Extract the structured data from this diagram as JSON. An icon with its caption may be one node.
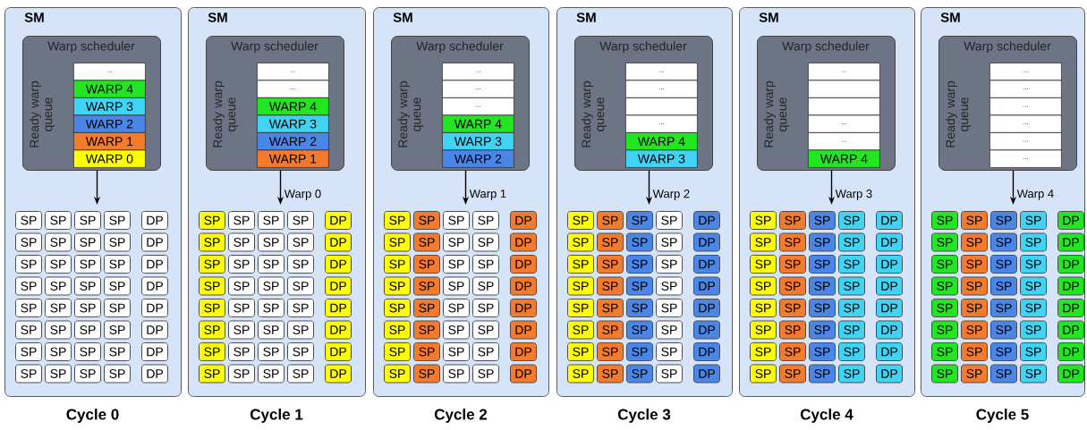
{
  "diagram": {
    "nodes": [
      {
        "text": [
          "SM"
        ],
        "beside": [
          "Cycle 0"
        ]
      },
      {
        "text": [
          "Warp scheduler",
          "Ready warp queue"
        ],
        "in": 0
      },
      {
        "text": [
          "..."
        ],
        "in": 1
      },
      {
        "text": [
          "WARP 4"
        ],
        "in": 1
      },
      {
        "text": [
          "WARP 3"
        ],
        "in": 1
      },
      {
        "text": [
          "WARP 2"
        ],
        "in": 1
      },
      {
        "text": [
          "WARP 1"
        ],
        "in": 1
      },
      {
        "text": [
          "WARP 0"
        ],
        "in": 1
      },
      {
        "text": [
          "SP"
        ],
        "in": 0
      },
      {
        "text": [
          "SP"
        ],
        "in": 0
      },
      {
        "text": [
          "SP"
        ],
        "in": 0
      },
      {
        "text": [
          "SP"
        ],
        "in": 0
      },
      {
        "text": [
          "DP"
        ],
        "in": 0
      },
      {
        "text": [
          "SP"
        ],
        "in": 0
      },
      {
        "text": [
          "SP"
        ],
        "in": 0
      },
      {
        "text": [
          "SP"
        ],
        "in": 0
      },
      {
        "text": [
          "SP"
        ],
        "in": 0
      },
      {
        "text": [
          "DP"
        ],
        "in": 0
      },
      {
        "text": [
          "SP"
        ],
        "in": 0
      },
      {
        "text": [
          "SP"
        ],
        "in": 0
      },
      {
        "text": [
          "SP"
        ],
        "in": 0
      },
      {
        "text": [
          "SP"
        ],
        "in": 0
      },
      {
        "text": [
          "DP"
        ],
        "in": 0
      },
      {
        "text": [
          "SP"
        ],
        "in": 0
      },
      {
        "text": [
          "SP"
        ],
        "in": 0
      },
      {
        "text": [
          "SP"
        ],
        "in": 0
      },
      {
        "text": [
          "SP"
        ],
        "in": 0
      },
      {
        "text": [
          "DP"
        ],
        "in": 0
      },
      {
        "text": [
          "SP"
        ],
        "in": 0
      },
      {
        "text": [
          "SP"
        ],
        "in": 0
      },
      {
        "text": [
          "SP"
        ],
        "in": 0
      },
      {
        "text": [
          "SP"
        ],
        "in": 0
      },
      {
        "text": [
          "DP"
        ],
        "in": 0
      },
      {
        "text": [
          "SP"
        ],
        "in": 0
      },
      {
        "text": [
          "SP"
        ],
        "in": 0
      },
      {
        "text": [
          "SP"
        ],
        "in": 0
      },
      {
        "text": [
          "SP"
        ],
        "in": 0
      },
      {
        "text": [
          "DP"
        ],
        "in": 0
      },
      {
        "text": [
          "SP"
        ],
        "in": 0
      },
      {
        "text": [
          "SP"
        ],
        "in": 0
      },
      {
        "text": [
          "SP"
        ],
        "in": 0
      },
      {
        "text": [
          "SP"
        ],
        "in": 0
      },
      {
        "text": [
          "DP"
        ],
        "in": 0
      },
      {
        "text": [
          "SP"
        ],
        "in": 0
      },
      {
        "text": [
          "SP"
        ],
        "in": 0
      },
      {
        "text": [
          "SP"
        ],
        "in": 0
      },
      {
        "text": [
          "SP"
        ],
        "in": 0
      },
      {
        "text": [
          "DP"
        ],
        "in": 0
      },
      {
        "text": [
          "SM"
        ],
        "beside": [
          "Cycle 1"
        ]
      },
      {
        "text": [
          "Warp scheduler",
          "Ready warp queue"
        ],
        "in": 48
      },
      {
        "text": [
          "..."
        ],
        "in": 49
      },
      {
        "text": [
          "..."
        ],
        "in": 49
      },
      {
        "text": [
          "WARP 4"
        ],
        "in": 49
      },
      {
        "text": [
          "WARP 3"
        ],
        "in": 49
      },
      {
        "text": [
          "WARP 2"
        ],
        "in": 49
      },
      {
        "text": [
          "WARP 1"
        ],
        "in": 49
      },
      {
        "text": [
          "SP"
        ],
        "in": 48
      },
      {
        "text": [
          "SP"
        ],
        "in": 48
      },
      {
        "text": [
          "SP"
        ],
        "in": 48
      },
      {
        "text": [
          "SP"
        ],
        "in": 48
      },
      {
        "text": [
          "DP"
        ],
        "in": 48
      },
      {
        "text": [
          "SP"
        ],
        "in": 48
      },
      {
        "text": [
          "SP"
        ],
        "in": 48
      },
      {
        "text": [
          "SP"
        ],
        "in": 48
      },
      {
        "text": [
          "SP"
        ],
        "in": 48
      },
      {
        "text": [
          "DP"
        ],
        "in": 48
      },
      {
        "text": [
          "SP"
        ],
        "in": 48
      },
      {
        "text": [
          "SP"
        ],
        "in": 48
      },
      {
        "text": [
          "SP"
        ],
        "in": 48
      },
      {
        "text": [
          "SP"
        ],
        "in": 48
      },
      {
        "text": [
          "DP"
        ],
        "in": 48
      },
      {
        "text": [
          "SP"
        ],
        "in": 48
      },
      {
        "text": [
          "SP"
        ],
        "in": 48
      },
      {
        "text": [
          "SP"
        ],
        "in": 48
      },
      {
        "text": [
          "SP"
        ],
        "in": 48
      },
      {
        "text": [
          "DP"
        ],
        "in": 48
      },
      {
        "text": [
          "SP"
        ],
        "in": 48
      },
      {
        "text": [
          "SP"
        ],
        "in": 48
      },
      {
        "text": [
          "SP"
        ],
        "in": 48
      },
      {
        "text": [
          "SP"
        ],
        "in": 48
      },
      {
        "text": [
          "DP"
        ],
        "in": 48
      },
      {
        "text": [
          "SP"
        ],
        "in": 48
      },
      {
        "text": [
          "SP"
        ],
        "in": 48
      },
      {
        "text": [
          "SP"
        ],
        "in": 48
      },
      {
        "text": [
          "SP"
        ],
        "in": 48
      },
      {
        "text": [
          "DP"
        ],
        "in": 48
      },
      {
        "text": [
          "SP"
        ],
        "in": 48
      },
      {
        "text": [
          "SP"
        ],
        "in": 48
      },
      {
        "text": [
          "SP"
        ],
        "in": 48
      },
      {
        "text": [
          "SP"
        ],
        "in": 48
      },
      {
        "text": [
          "DP"
        ],
        "in": 48
      },
      {
        "text": [
          "SP"
        ],
        "in": 48
      },
      {
        "text": [
          "SP"
        ],
        "in": 48
      },
      {
        "text": [
          "SP"
        ],
        "in": 48
      },
      {
        "text": [
          "SP"
        ],
        "in": 48
      },
      {
        "text": [
          "DP"
        ],
        "in": 48
      },
      {
        "text": [
          "SM"
        ],
        "beside": [
          "Cycle 2"
        ]
      },
      {
        "text": [
          "Warp scheduler",
          "Ready warp queue"
        ],
        "in": 96
      },
      {
        "text": [
          "..."
        ],
        "in": 97
      },
      {
        "text": [
          "..."
        ],
        "in": 97
      },
      {
        "text": [
          "..."
        ],
        "in": 97
      },
      {
        "text": [
          "WARP 4"
        ],
        "in": 97
      },
      {
        "text": [
          "WARP 3"
        ],
        "in": 97
      },
      {
        "text": [
          "WARP 2"
        ],
        "in": 97
      },
      {
        "text": [
          "SP"
        ],
        "in": 96
      },
      {
        "text": [
          "SP"
        ],
        "in": 96
      },
      {
        "text": [
          "SP"
        ],
        "in": 96
      },
      {
        "text": [
          "SP"
        ],
        "in": 96
      },
      {
        "text": [
          "DP"
        ],
        "in": 96
      },
      {
        "text": [
          "SP"
        ],
        "in": 96
      },
      {
        "text": [
          "SP"
        ],
        "in": 96
      },
      {
        "text": [
          "SP"
        ],
        "in": 96
      },
      {
        "text": [
          "SP"
        ],
        "in": 96
      },
      {
        "text": [
          "DP"
        ],
        "in": 96
      },
      {
        "text": [
          "SP"
        ],
        "in": 96
      },
      {
        "text": [
          "SP"
        ],
        "in": 96
      },
      {
        "text": [
          "SP"
        ],
        "in": 96
      },
      {
        "text": [
          "SP"
        ],
        "in": 96
      },
      {
        "text": [
          "DP"
        ],
        "in": 96
      },
      {
        "text": [
          "SP"
        ],
        "in": 96
      },
      {
        "text": [
          "SP"
        ],
        "in": 96
      },
      {
        "text": [
          "SP"
        ],
        "in": 96
      },
      {
        "text": [
          "SP"
        ],
        "in": 96
      },
      {
        "text": [
          "DP"
        ],
        "in": 96
      },
      {
        "text": [
          "SP"
        ],
        "in": 96
      },
      {
        "text": [
          "SP"
        ],
        "in": 96
      },
      {
        "text": [
          "SP"
        ],
        "in": 96
      },
      {
        "text": [
          "SP"
        ],
        "in": 96
      },
      {
        "text": [
          "DP"
        ],
        "in": 96
      },
      {
        "text": [
          "SP"
        ],
        "in": 96
      },
      {
        "text": [
          "SP"
        ],
        "in": 96
      },
      {
        "text": [
          "SP"
        ],
        "in": 96
      },
      {
        "text": [
          "SP"
        ],
        "in": 96
      },
      {
        "text": [
          "DP"
        ],
        "in": 96
      },
      {
        "text": [
          "SP"
        ],
        "in": 96
      },
      {
        "text": [
          "SP"
        ],
        "in": 96
      },
      {
        "text": [
          "SP"
        ],
        "in": 96
      },
      {
        "text": [
          "SP"
        ],
        "in": 96
      },
      {
        "text": [
          "DP"
        ],
        "in": 96
      },
      {
        "text": [
          "SP"
        ],
        "in": 96
      },
      {
        "text": [
          "SP"
        ],
        "in": 96
      },
      {
        "text": [
          "SP"
        ],
        "in": 96
      },
      {
        "text": [
          "SP"
        ],
        "in": 96
      },
      {
        "text": [
          "DP"
        ],
        "in": 96
      },
      {
        "text": [
          "SM"
        ],
        "beside": [
          "Cycle 3"
        ]
      },
      {
        "text": [
          "Warp scheduler",
          "Ready warp queue"
        ],
        "in": 144
      },
      {
        "text": [
          "..."
        ],
        "in": 145
      },
      {
        "text": [
          "..."
        ],
        "in": 145
      },
      {
        "text": [],
        "shape": "box",
        "in": 145
      },
      {
        "text": [
          "..."
        ],
        "in": 145
      },
      {
        "text": [
          "WARP 4"
        ],
        "in": 145
      },
      {
        "text": [
          "WARP 3"
        ],
        "in": 145
      },
      {
        "text": [
          "SP"
        ],
        "in": 144
      },
      {
        "text": [
          "SP"
        ],
        "in": 144
      },
      {
        "text": [
          "SP"
        ],
        "in": 144
      },
      {
        "text": [
          "SP"
        ],
        "in": 144
      },
      {
        "text": [
          "DP"
        ],
        "in": 144
      },
      {
        "text": [
          "SP"
        ],
        "in": 144
      },
      {
        "text": [
          "SP"
        ],
        "in": 144
      },
      {
        "text": [
          "SP"
        ],
        "in": 144
      },
      {
        "text": [
          "SP"
        ],
        "in": 144
      },
      {
        "text": [
          "DP"
        ],
        "in": 144
      },
      {
        "text": [
          "SP"
        ],
        "in": 144
      },
      {
        "text": [
          "SP"
        ],
        "in": 144
      },
      {
        "text": [
          "SP"
        ],
        "in": 144
      },
      {
        "text": [
          "SP"
        ],
        "in": 144
      },
      {
        "text": [
          "DP"
        ],
        "in": 144
      },
      {
        "text": [
          "SP"
        ],
        "in": 144
      },
      {
        "text": [
          "SP"
        ],
        "in": 144
      },
      {
        "text": [
          "SP"
        ],
        "in": 144
      },
      {
        "text": [
          "SP"
        ],
        "in": 144
      },
      {
        "text": [
          "DP"
        ],
        "in": 144
      },
      {
        "text": [
          "SP"
        ],
        "in": 144
      },
      {
        "text": [
          "SP"
        ],
        "in": 144
      },
      {
        "text": [
          "SP"
        ],
        "in": 144
      },
      {
        "text": [
          "SP"
        ],
        "in": 144
      },
      {
        "text": [
          "DP"
        ],
        "in": 144
      },
      {
        "text": [
          "SP"
        ],
        "in": 144
      },
      {
        "text": [
          "SP"
        ],
        "in": 144
      },
      {
        "text": [
          "SP"
        ],
        "in": 144
      },
      {
        "text": [
          "SP"
        ],
        "in": 144
      },
      {
        "text": [
          "DP"
        ],
        "in": 144
      },
      {
        "text": [
          "SP"
        ],
        "in": 144
      },
      {
        "text": [
          "SP"
        ],
        "in": 144
      },
      {
        "text": [
          "SP"
        ],
        "in": 144
      },
      {
        "text": [
          "SP"
        ],
        "in": 144
      },
      {
        "text": [
          "DP"
        ],
        "in": 144
      },
      {
        "text": [
          "SP"
        ],
        "in": 144
      },
      {
        "text": [
          "SP"
        ],
        "in": 144
      },
      {
        "text": [
          "SP"
        ],
        "in": 144
      },
      {
        "text": [
          "SP"
        ],
        "in": 144
      },
      {
        "text": [
          "DP"
        ],
        "in": 144
      },
      {
        "text": [
          "SM"
        ],
        "beside": [
          "Cycle 4"
        ]
      },
      {
        "text": [
          "Warp scheduler",
          "Ready warp queue"
        ],
        "in": 192
      },
      {
        "text": [
          "..."
        ],
        "in": 193
      },
      {
        "text": [],
        "shape": "box",
        "in": 193
      },
      {
        "text": [],
        "shape": "box",
        "in": 193
      },
      {
        "text": [
          "..."
        ],
        "in": 193
      },
      {
        "text": [
          "..."
        ],
        "in": 193
      },
      {
        "text": [
          "WARP 4"
        ],
        "in": 193
      },
      {
        "text": [
          "SP"
        ],
        "in": 192
      },
      {
        "text": [
          "SP"
        ],
        "in": 192
      },
      {
        "text": [
          "SP"
        ],
        "in": 192
      },
      {
        "text": [
          "SP"
        ],
        "in": 192
      },
      {
        "text": [
          "DP"
        ],
        "in": 192
      },
      {
        "text": [
          "SP"
        ],
        "in": 192
      },
      {
        "text": [
          "SP"
        ],
        "in": 192
      },
      {
        "text": [
          "SP"
        ],
        "in": 192
      },
      {
        "text": [
          "SP"
        ],
        "in": 192
      },
      {
        "text": [
          "DP"
        ],
        "in": 192
      },
      {
        "text": [
          "SP"
        ],
        "in": 192
      },
      {
        "text": [
          "SP"
        ],
        "in": 192
      },
      {
        "text": [
          "SP"
        ],
        "in": 192
      },
      {
        "text": [
          "SP"
        ],
        "in": 192
      },
      {
        "text": [
          "DP"
        ],
        "in": 192
      },
      {
        "text": [
          "SP"
        ],
        "in": 192
      },
      {
        "text": [
          "SP"
        ],
        "in": 192
      },
      {
        "text": [
          "SP"
        ],
        "in": 192
      },
      {
        "text": [
          "SP"
        ],
        "in": 192
      },
      {
        "text": [
          "DP"
        ],
        "in": 192
      },
      {
        "text": [
          "SP"
        ],
        "in": 192
      },
      {
        "text": [
          "SP"
        ],
        "in": 192
      },
      {
        "text": [
          "SP"
        ],
        "in": 192
      },
      {
        "text": [
          "SP"
        ],
        "in": 192
      },
      {
        "text": [
          "DP"
        ],
        "in": 192
      },
      {
        "text": [
          "SP"
        ],
        "in": 192
      },
      {
        "text": [
          "SP"
        ],
        "in": 192
      },
      {
        "text": [
          "SP"
        ],
        "in": 192
      },
      {
        "text": [
          "SP"
        ],
        "in": 192
      },
      {
        "text": [
          "DP"
        ],
        "in": 192
      },
      {
        "text": [
          "SP"
        ],
        "in": 192
      },
      {
        "text": [
          "SP"
        ],
        "in": 192
      },
      {
        "text": [
          "SP"
        ],
        "in": 192
      },
      {
        "text": [
          "SP"
        ],
        "in": 192
      },
      {
        "text": [
          "DP"
        ],
        "in": 192
      },
      {
        "text": [
          "SP"
        ],
        "in": 192
      },
      {
        "text": [
          "SP"
        ],
        "in": 192
      },
      {
        "text": [
          "SP"
        ],
        "in": 192
      },
      {
        "text": [
          "SP"
        ],
        "in": 192
      },
      {
        "text": [
          "DP"
        ],
        "in": 192
      },
      {
        "text": [
          "SM"
        ],
        "beside": [
          "Cycle 5"
        ]
      },
      {
        "text": [
          "Warp scheduler",
          "Ready warp queue"
        ],
        "in": 240
      },
      {
        "text": [
          "..."
        ],
        "in": 241
      },
      {
        "text": [
          "..."
        ],
        "in": 241
      },
      {
        "text": [
          "..."
        ],
        "in": 241
      },
      {
        "text": [
          "..."
        ],
        "in": 241
      },
      {
        "text": [
          "..."
        ],
        "in": 241
      },
      {
        "text": [
          "..."
        ],
        "in": 241
      },
      {
        "text": [
          "SP"
        ],
        "in": 240
      },
      {
        "text": [
          "SP"
        ],
        "in": 240
      },
      {
        "text": [
          "SP"
        ],
        "in": 240
      },
      {
        "text": [
          "SP"
        ],
        "in": 240
      },
      {
        "text": [
          "DP"
        ],
        "in": 240
      },
      {
        "text": [
          "SP"
        ],
        "in": 240
      },
      {
        "text": [
          "SP"
        ],
        "in": 240
      },
      {
        "text": [
          "SP"
        ],
        "in": 240
      },
      {
        "text": [
          "SP"
        ],
        "in": 240
      },
      {
        "text": [
          "DP"
        ],
        "in": 240
      },
      {
        "text": [
          "SP"
        ],
        "in": 240
      },
      {
        "text": [
          "SP"
        ],
        "in": 240
      },
      {
        "text": [
          "SP"
        ],
        "in": 240
      },
      {
        "text": [
          "SP"
        ],
        "in": 240
      },
      {
        "text": [
          "DP"
        ],
        "in": 240
      },
      {
        "text": [
          "SP"
        ],
        "in": 240
      },
      {
        "text": [
          "SP"
        ],
        "in": 240
      },
      {
        "text": [
          "SP"
        ],
        "in": 240
      },
      {
        "text": [
          "SP"
        ],
        "in": 240
      },
      {
        "text": [
          "DP"
        ],
        "in": 240
      },
      {
        "text": [
          "SP"
        ],
        "in": 240
      },
      {
        "text": [
          "SP"
        ],
        "in": 240
      },
      {
        "text": [
          "SP"
        ],
        "in": 240
      },
      {
        "text": [
          "SP"
        ],
        "in": 240
      },
      {
        "text": [
          "DP"
        ],
        "in": 240
      },
      {
        "text": [
          "SP"
        ],
        "in": 240
      },
      {
        "text": [
          "SP"
        ],
        "in": 240
      },
      {
        "text": [
          "SP"
        ],
        "in": 240
      },
      {
        "text": [
          "SP"
        ],
        "in": 240
      },
      {
        "text": [
          "DP"
        ],
        "in": 240
      },
      {
        "text": [
          "SP"
        ],
        "in": 240
      },
      {
        "text": [
          "SP"
        ],
        "in": 240
      },
      {
        "text": [
          "SP"
        ],
        "in": 240
      },
      {
        "text": [
          "SP"
        ],
        "in": 240
      },
      {
        "text": [
          "DP"
        ],
        "in": 240
      },
      {
        "text": [
          "SP"
        ],
        "in": 240
      },
      {
        "text": [
          "SP"
        ],
        "in": 240
      },
      {
        "text": [
          "SP"
        ],
        "in": 240
      },
      {
        "text": [
          "SP"
        ],
        "in": 240
      },
      {
        "text": [
          "DP"
        ],
        "in": 240
      }
    ],
    "edges": [
      {
        "from": 1,
        "to": 10,
        "arrow": "to"
      },
      {
        "from": 49,
        "to": 58,
        "arrow": "to",
        "label": "Warp 0"
      },
      {
        "from": 97,
        "to": 106,
        "arrow": "to",
        "label": "Warp 1"
      },
      {
        "from": 145,
        "to": 154,
        "arrow": "to",
        "label": "Warp 2"
      },
      {
        "from": 193,
        "to": 202,
        "arrow": "to",
        "label": "Warp 3"
      },
      {
        "from": 241,
        "to": 250,
        "arrow": "to",
        "label": "Warp 4"
      }
    ]
  }
}
